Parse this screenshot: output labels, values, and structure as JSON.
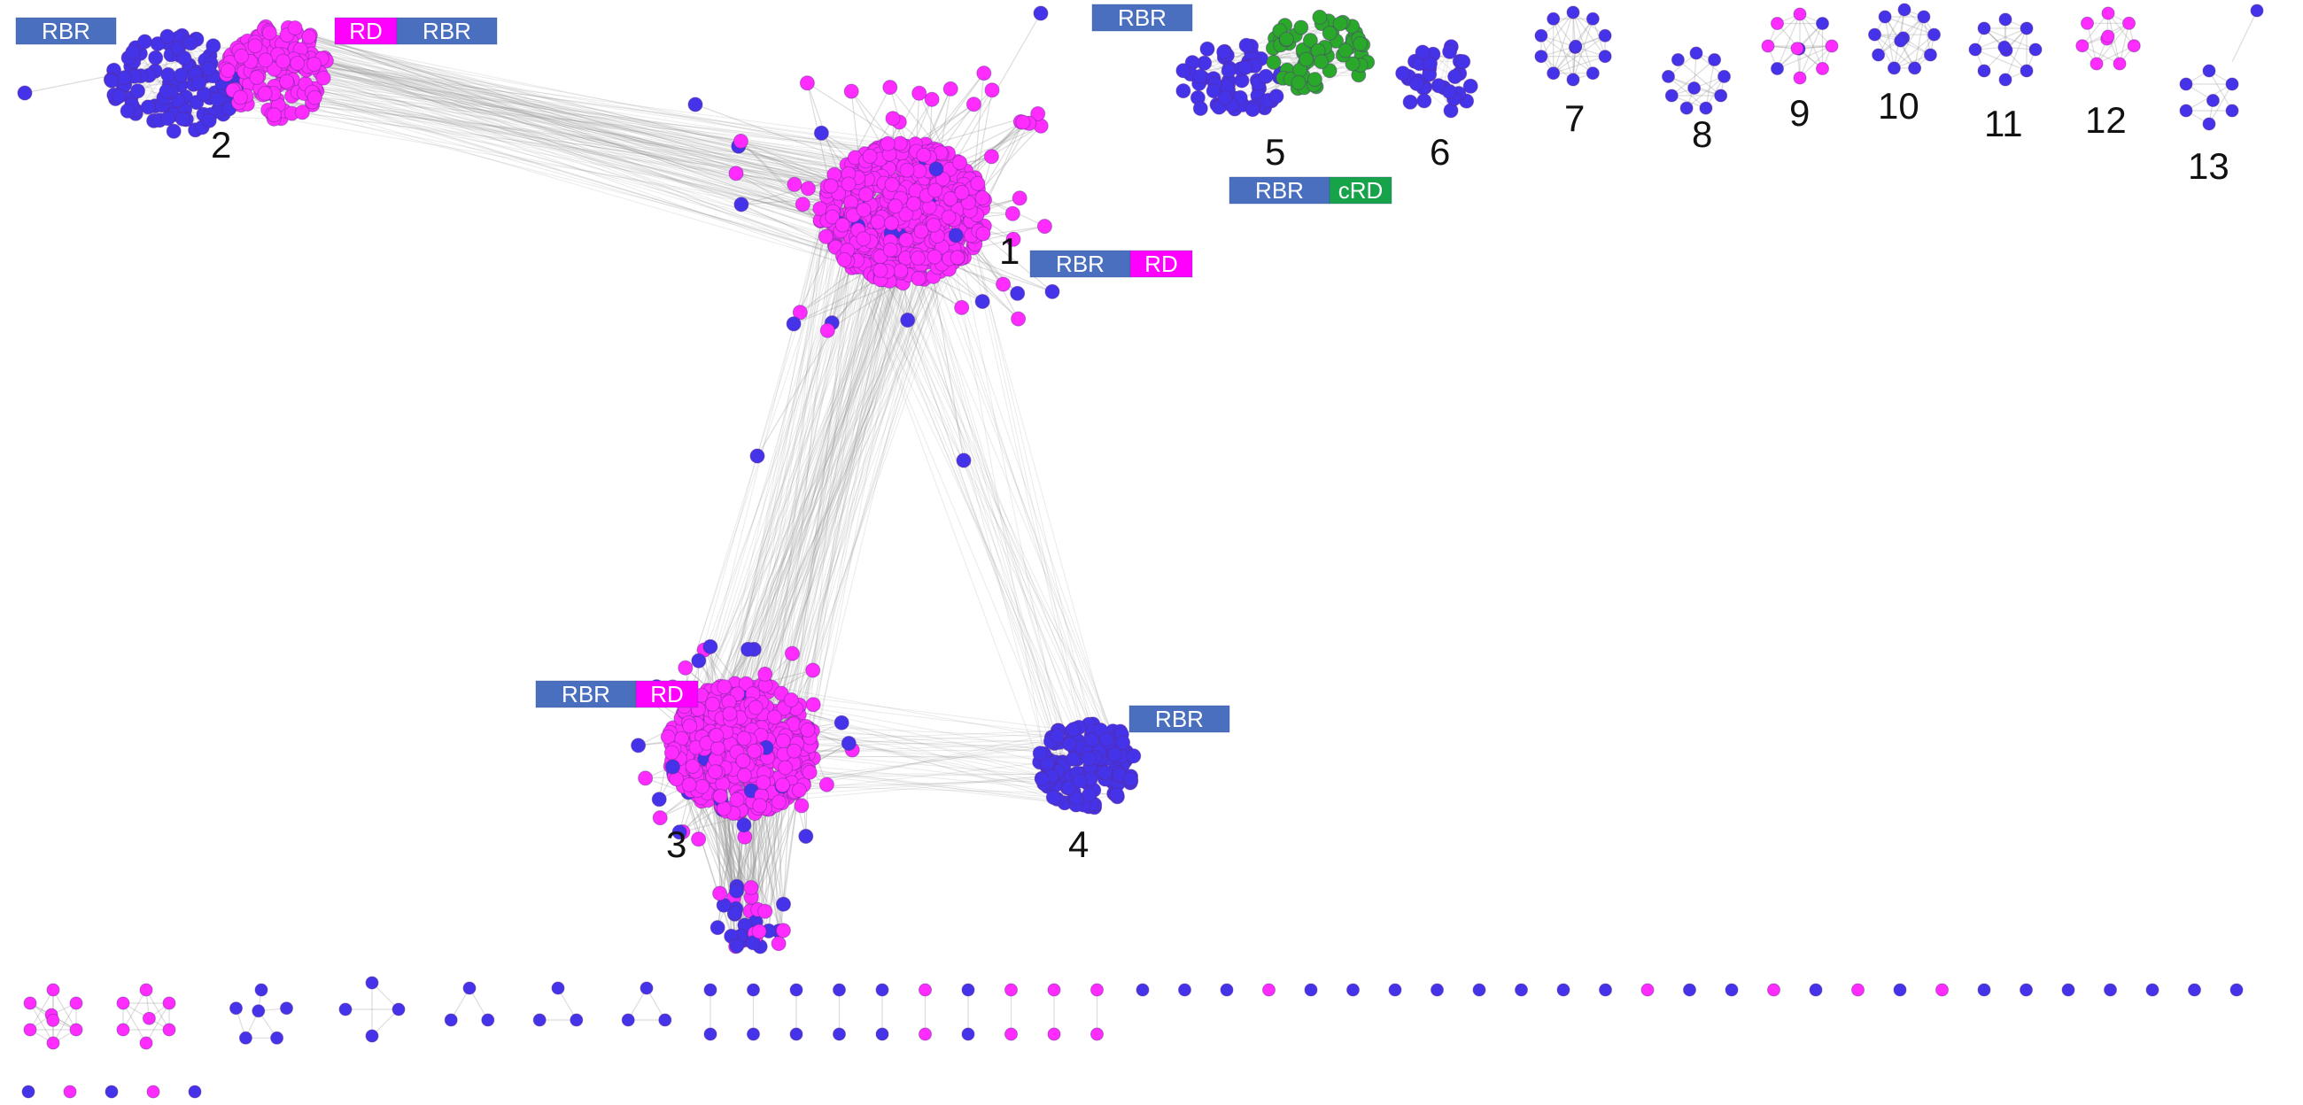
{
  "colors": {
    "rbr": "#4a6fbf",
    "rd": "#ff00ff",
    "crd": "#16a34a",
    "node_blue": "#4433e8",
    "node_magenta": "#ff2bff",
    "node_green": "#2aa82a",
    "edge": "#9a9a9a"
  },
  "legend_badges": {
    "b_topleft": [
      "RBR"
    ],
    "b_cluster2": [
      "RD",
      "RBR"
    ],
    "b_cluster1": [
      "RBR",
      "RD"
    ],
    "b_cluster3": [
      "RBR",
      "RD"
    ],
    "b_cluster4": [
      "RBR"
    ],
    "b_cluster5_top": [
      "RBR"
    ],
    "b_cluster5_bottom": [
      "RBR",
      "cRD"
    ]
  },
  "clusters": [
    {
      "id": "1",
      "label": "1",
      "dominant": "rd",
      "nodes": 600
    },
    {
      "id": "2",
      "label": "2",
      "dominant": "mixed",
      "nodes": 240
    },
    {
      "id": "3",
      "label": "3",
      "dominant": "rd",
      "nodes": 480
    },
    {
      "id": "4",
      "label": "4",
      "dominant": "rbr",
      "nodes": 140
    },
    {
      "id": "5",
      "label": "5",
      "dominant": "mixed",
      "nodes": 120
    },
    {
      "id": "6",
      "label": "6",
      "dominant": "rbr",
      "nodes": 30
    },
    {
      "id": "7",
      "label": "7",
      "dominant": "rbr",
      "nodes": 12
    },
    {
      "id": "8",
      "label": "8",
      "dominant": "rbr",
      "nodes": 11
    },
    {
      "id": "9",
      "label": "9",
      "dominant": "mixed",
      "nodes": 11
    },
    {
      "id": "10",
      "label": "10",
      "dominant": "rbr",
      "nodes": 11
    },
    {
      "id": "11",
      "label": "11",
      "dominant": "rbr",
      "nodes": 10
    },
    {
      "id": "12",
      "label": "12",
      "dominant": "rd",
      "nodes": 9
    },
    {
      "id": "13",
      "label": "13",
      "dominant": "rbr",
      "nodes": 8
    }
  ],
  "singletons_row1_colors": [
    "rbr",
    "rbr",
    "rbr",
    "rd",
    "rbr",
    "rbr",
    "rbr",
    "rbr",
    "rbr",
    "rbr",
    "rbr",
    "rbr",
    "rd",
    "rbr",
    "rbr",
    "rd",
    "rbr",
    "rd",
    "rbr",
    "rd",
    "rbr",
    "rbr",
    "rbr",
    "rbr",
    "rbr",
    "rbr",
    "rbr"
  ],
  "singletons_row2_colors": [
    "rbr",
    "rd",
    "rbr",
    "rd",
    "rbr"
  ],
  "pairs_colors": [
    [
      "rbr",
      "rbr"
    ],
    [
      "rbr",
      "rbr"
    ],
    [
      "rbr",
      "rbr"
    ],
    [
      "rbr",
      "rbr"
    ],
    [
      "rbr",
      "rbr"
    ],
    [
      "rd",
      "rd"
    ],
    [
      "rbr",
      "rbr"
    ],
    [
      "rd",
      "rd"
    ],
    [
      "rd",
      "rd"
    ],
    [
      "rd",
      "rd"
    ]
  ]
}
